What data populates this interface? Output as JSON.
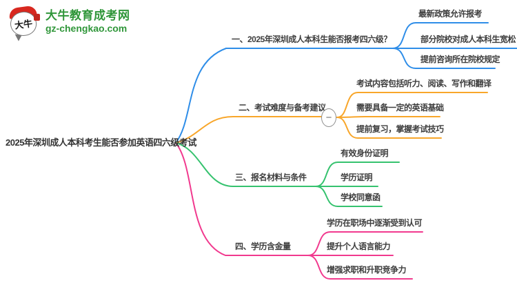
{
  "logo": {
    "icon_text": "大牛",
    "title": "大牛教育成考网",
    "subtitle": "gz-chengkao.com",
    "brand_color": "#2f9639",
    "hat_color": "#d8281f"
  },
  "central_topic": "2025年深圳成人本科考生能否参加英语四六级考试",
  "collapse_button_glyph": "−",
  "branches": [
    {
      "label": "一、2025年深圳成人本科生能否报考四六级？",
      "color": "#2e8de8",
      "children": [
        "最新政策允许报考",
        "部分院校对成人本科生宽松",
        "提前咨询所在院校规定"
      ]
    },
    {
      "label": "二、考试难度与备考建议",
      "color": "#f8a62a",
      "collapsed": false,
      "children": [
        "考试内容包括听力、阅读、写作和翻译",
        "需要具备一定的英语基础",
        "提前复习，掌握考试技巧"
      ]
    },
    {
      "label": "三、报名材料与条件",
      "color": "#35c26e",
      "children": [
        "有效身份证明",
        "学历证明",
        "学校同意函"
      ]
    },
    {
      "label": "四、学历含金量",
      "color": "#f1398e",
      "children": [
        "学历在职场中逐渐受到认可",
        "提升个人语言能力",
        "增强求职和升职竞争力"
      ]
    }
  ]
}
